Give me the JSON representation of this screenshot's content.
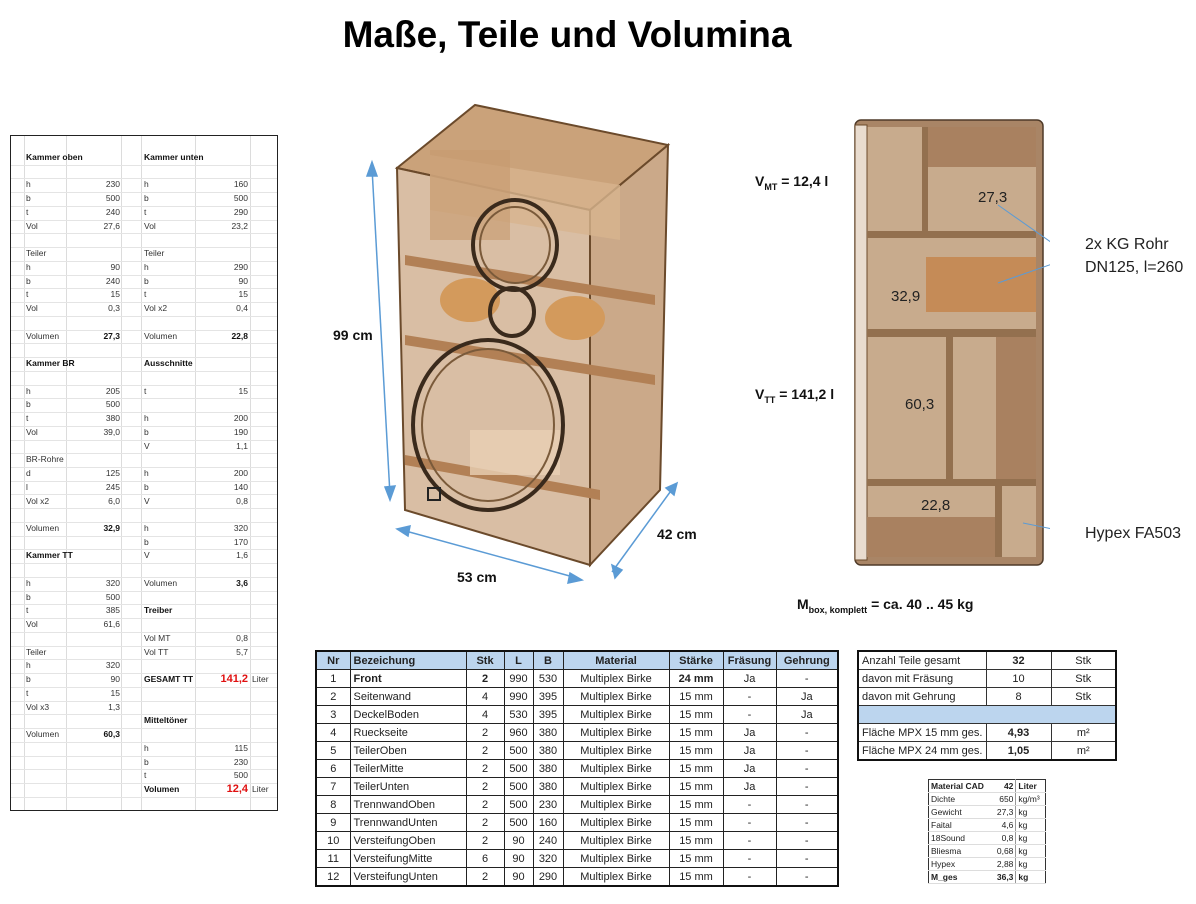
{
  "title": "Maße, Teile und Volumina",
  "colors": {
    "header_blue": "#bcd5ee",
    "highlight_red": "#e01010",
    "dimension_blue": "#5b9bd5"
  },
  "sheet_rows": [
    [
      "Kammer oben",
      "",
      "Kammer unten",
      "",
      "",
      "h"
    ],
    [
      "",
      "",
      "",
      "",
      ""
    ],
    [
      "h",
      "230",
      "h",
      "160",
      ""
    ],
    [
      "b",
      "500",
      "b",
      "500",
      ""
    ],
    [
      "t",
      "240",
      "t",
      "290",
      ""
    ],
    [
      "Vol",
      "27,6",
      "Vol",
      "23,2",
      ""
    ],
    [
      "",
      "",
      "",
      "",
      ""
    ],
    [
      "Teiler",
      "",
      "Teiler",
      "",
      ""
    ],
    [
      "h",
      "90",
      "h",
      "290",
      ""
    ],
    [
      "b",
      "240",
      "b",
      "90",
      ""
    ],
    [
      "t",
      "15",
      "t",
      "15",
      ""
    ],
    [
      "Vol",
      "0,3",
      "Vol x2",
      "0,4",
      ""
    ],
    [
      "",
      "",
      "",
      "",
      ""
    ],
    [
      "Volumen",
      "27,3",
      "Volumen",
      "22,8",
      "",
      "v"
    ],
    [
      "",
      "",
      "",
      "",
      ""
    ],
    [
      "Kammer BR",
      "",
      "Ausschnitte",
      "",
      "",
      "h"
    ],
    [
      "",
      "",
      "",
      "",
      ""
    ],
    [
      "h",
      "205",
      "t",
      "15",
      ""
    ],
    [
      "b",
      "500",
      "",
      "",
      ""
    ],
    [
      "t",
      "380",
      "h",
      "200",
      ""
    ],
    [
      "Vol",
      "39,0",
      "b",
      "190",
      ""
    ],
    [
      "",
      "",
      "V",
      "1,1",
      ""
    ],
    [
      "BR-Rohre",
      "",
      "",
      "",
      ""
    ],
    [
      "d",
      "125",
      "h",
      "200",
      ""
    ],
    [
      "l",
      "245",
      "b",
      "140",
      ""
    ],
    [
      "Vol x2",
      "6,0",
      "V",
      "0,8",
      ""
    ],
    [
      "",
      "",
      "",
      "",
      ""
    ],
    [
      "Volumen",
      "32,9",
      "h",
      "320",
      "",
      "lv"
    ],
    [
      "",
      "",
      "b",
      "170",
      ""
    ],
    [
      "Kammer TT",
      "",
      "V",
      "1,6",
      "",
      "lh"
    ],
    [
      "",
      "",
      "",
      "",
      ""
    ],
    [
      "h",
      "320",
      "Volumen",
      "3,6",
      "",
      "rv"
    ],
    [
      "b",
      "500",
      "",
      "",
      ""
    ],
    [
      "t",
      "385",
      "Treiber",
      "",
      "",
      "rh"
    ],
    [
      "Vol",
      "61,6",
      "",
      "",
      ""
    ],
    [
      "",
      "",
      "Vol MT",
      "0,8",
      ""
    ],
    [
      "Teiler",
      "",
      "Vol TT",
      "5,7",
      ""
    ],
    [
      "h",
      "320",
      "",
      "",
      ""
    ],
    [
      "b",
      "90",
      "GESAMT TT",
      "141,2",
      "Liter",
      "red"
    ],
    [
      "t",
      "15",
      "",
      "",
      ""
    ],
    [
      "Vol x3",
      "1,3",
      "",
      "",
      ""
    ],
    [
      "",
      "",
      "Mitteltöner",
      "",
      "",
      "rh"
    ],
    [
      "Volumen",
      "60,3",
      "",
      "",
      "",
      "lv"
    ],
    [
      "",
      "",
      "h",
      "115",
      ""
    ],
    [
      "",
      "",
      "b",
      "230",
      ""
    ],
    [
      "",
      "",
      "t",
      "500",
      ""
    ],
    [
      "",
      "",
      "Volumen",
      "12,4",
      "Liter",
      "red"
    ]
  ],
  "drawing": {
    "height_label": "99 cm",
    "width_label": "53 cm",
    "depth_label": "42 cm"
  },
  "section": {
    "vmt_main": "V",
    "vmt_sub": "MT",
    "vmt_value": " = 12,4 l",
    "vtt_main": "V",
    "vtt_sub": "TT",
    "vtt_value": " = 141,2 l",
    "vol_top": "27,3",
    "vol_br": "32,9",
    "vol_tt": "60,3",
    "vol_bottom": "22,8",
    "callout_pipe_1": "2x KG Rohr",
    "callout_pipe_2": "DN125, l=260",
    "callout_hypex": "Hypex FA503",
    "mass_main": "M",
    "mass_sub": "box, komplett",
    "mass_value": " = ca. 40 .. 45 kg"
  },
  "parts_table": {
    "headers": [
      "Nr",
      "Bezeichung",
      "Stk",
      "L",
      "B",
      "Material",
      "Stärke",
      "Fräsung",
      "Gehrung"
    ],
    "rows": [
      [
        "1",
        "Front",
        "2",
        "990",
        "530",
        "Multiplex Birke",
        "24 mm",
        "Ja",
        "-"
      ],
      [
        "2",
        "Seitenwand",
        "4",
        "990",
        "395",
        "Multiplex Birke",
        "15 mm",
        "-",
        "Ja"
      ],
      [
        "3",
        "DeckelBoden",
        "4",
        "530",
        "395",
        "Multiplex Birke",
        "15 mm",
        "-",
        "Ja"
      ],
      [
        "4",
        "Rueckseite",
        "2",
        "960",
        "380",
        "Multiplex Birke",
        "15 mm",
        "Ja",
        "-"
      ],
      [
        "5",
        "TeilerOben",
        "2",
        "500",
        "380",
        "Multiplex Birke",
        "15 mm",
        "Ja",
        "-"
      ],
      [
        "6",
        "TeilerMitte",
        "2",
        "500",
        "380",
        "Multiplex Birke",
        "15 mm",
        "Ja",
        "-"
      ],
      [
        "7",
        "TeilerUnten",
        "2",
        "500",
        "380",
        "Multiplex Birke",
        "15 mm",
        "Ja",
        "-"
      ],
      [
        "8",
        "TrennwandOben",
        "2",
        "500",
        "230",
        "Multiplex Birke",
        "15 mm",
        "-",
        "-"
      ],
      [
        "9",
        "TrennwandUnten",
        "2",
        "500",
        "160",
        "Multiplex Birke",
        "15 mm",
        "-",
        "-"
      ],
      [
        "10",
        "VersteifungOben",
        "2",
        "90",
        "240",
        "Multiplex Birke",
        "15 mm",
        "-",
        "-"
      ],
      [
        "11",
        "VersteifungMitte",
        "6",
        "90",
        "320",
        "Multiplex Birke",
        "15 mm",
        "-",
        "-"
      ],
      [
        "12",
        "VersteifungUnten",
        "2",
        "90",
        "290",
        "Multiplex Birke",
        "15 mm",
        "-",
        "-"
      ]
    ]
  },
  "summary_table": {
    "rows": [
      [
        "Anzahl Teile gesamt",
        "32",
        "Stk"
      ],
      [
        "davon mit Fräsung",
        "10",
        "Stk"
      ],
      [
        "davon mit Gehrung",
        "8",
        "Stk"
      ],
      [
        "",
        "",
        ""
      ],
      [
        "Fläche MPX 15 mm ges.",
        "4,93",
        "m²"
      ],
      [
        "Fläche MPX 24 mm ges.",
        "1,05",
        "m²"
      ]
    ]
  },
  "material_table": {
    "rows": [
      [
        "Material CAD",
        "42",
        "Liter"
      ],
      [
        "Dichte",
        "650",
        "kg/m³"
      ],
      [
        "Gewicht",
        "27,3",
        "kg"
      ],
      [
        "Faital",
        "4,6",
        "kg"
      ],
      [
        "18Sound",
        "0,8",
        "kg"
      ],
      [
        "Bliesma",
        "0,68",
        "kg"
      ],
      [
        "Hypex",
        "2,88",
        "kg"
      ],
      [
        "M_ges",
        "36,3",
        "kg"
      ]
    ]
  }
}
